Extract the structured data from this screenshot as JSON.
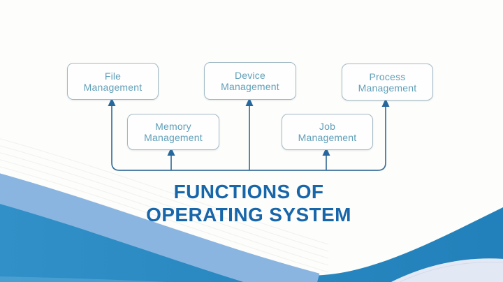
{
  "title": {
    "line1": "FUNCTIONS OF",
    "line2": "OPERATING SYSTEM"
  },
  "diagram": {
    "nodes": [
      {
        "id": "file-management",
        "line1": "File",
        "line2": "Management"
      },
      {
        "id": "memory-management",
        "line1": "Memory",
        "line2": "Management"
      },
      {
        "id": "device-management",
        "line1": "Device",
        "line2": "Management"
      },
      {
        "id": "job-management",
        "line1": "Job",
        "line2": "Management"
      },
      {
        "id": "process-management",
        "line1": "Process",
        "line2": "Management"
      }
    ]
  },
  "colors": {
    "title_text": "#1766aa",
    "node_border": "#a3bac6",
    "node_fill": "#fefefe",
    "node_text": "#609fb8",
    "connector_line": "#3a719c",
    "arrow_head": "#26689e",
    "wave_main_left": "#3190c7",
    "wave_main_right": "#2280ba",
    "wave_light_band": "#8ab5e1",
    "wave_bottom_strip": "#5facd8",
    "wave_corner_light": "#e3e9f4",
    "background": "#fdfdfb"
  }
}
